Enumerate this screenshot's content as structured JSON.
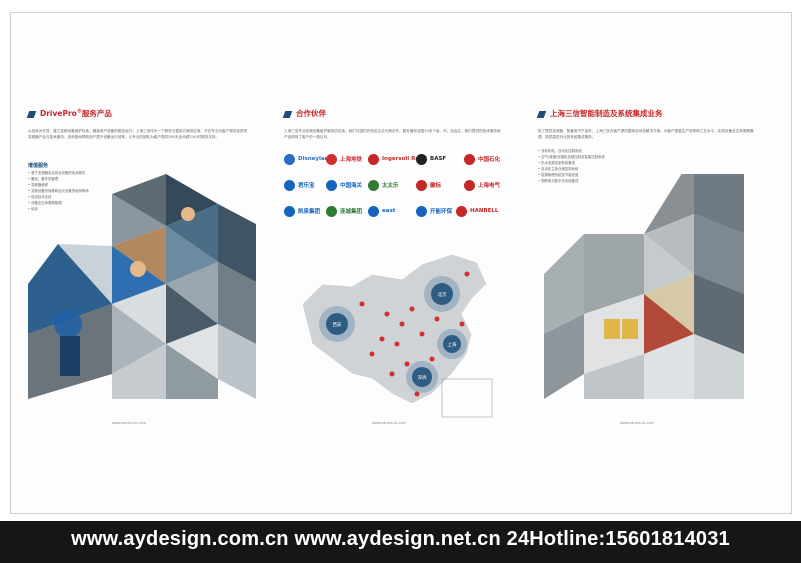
{
  "panel_left": {
    "title": "DrivePro",
    "title_reg": "®",
    "title_suffix": "服务产品",
    "intro": "以技术为先导，建立变频设备维护标准，确保用户设备的稳定运行。上海三信作为一个服务与整体方案供应商，不仅专业为客户提供优质的变频器产品与技术服务，还积极地帮助用户提升设备运行效率，以专业的团队为客户提供365天全天候24小时服务支持。",
    "subhead": "增值服务",
    "services": [
      "基于变频器及自动化设备的技术服务",
      "备品、备件的管理",
      "变频器维修",
      "变频设备的保养和延长设备的使用寿命",
      "培训技术支持",
      "设备全生命周期管理",
      "培训"
    ],
    "footer_url": "www.sanxin-hi.com"
  },
  "panel_middle": {
    "title": "合作伙伴",
    "intro": "上海三信专业变频设备维护服务供应商，我们与国内外知名企业长期合作，服务遍布全国30多个省、市、自治区，我们提供的技术服务和产品得到了客户的一致认可。",
    "partners": [
      {
        "name": "Disneyland",
        "color": "#2a6cc4"
      },
      {
        "name": "上海地铁",
        "color": "#d32f2f"
      },
      {
        "name": "Ingersoll Rand",
        "color": "#c62828"
      },
      {
        "name": "BASF",
        "color": "#222222"
      },
      {
        "name": "中国石化",
        "color": "#c62828"
      },
      {
        "name": "君乐宝",
        "color": "#1565c0"
      },
      {
        "name": "中国海关",
        "color": "#1565c0"
      },
      {
        "name": "太太乐",
        "color": "#2e7d32"
      },
      {
        "name": "徽标",
        "color": "#c62828"
      },
      {
        "name": "上海电气",
        "color": "#c62828"
      },
      {
        "name": "凯泉集团",
        "color": "#1565c0"
      },
      {
        "name": "连城集团",
        "color": "#2e7d32"
      },
      {
        "name": "east",
        "color": "#1565c0"
      },
      {
        "name": "开能环保",
        "color": "#1565c0"
      },
      {
        "name": "HANBELL",
        "color": "#c62828"
      }
    ],
    "map_hubs": [
      "西安",
      "北京",
      "上海",
      "深圳"
    ],
    "footer_url": "www.sanxin-hi.com"
  },
  "panel_right": {
    "title": "上海三信智能制造及系统集成业务",
    "intro": "除了提供变频器、配套电气产品外，上海三信为客户提供整体自动化解决方案，为客户提高生产效率和工艺水平，实现设备全生命周期管理，提供高性价比的系统集成服务。",
    "services": [
      "非标机电、自动化控制系统",
      "空气(减速)压缩机变频控制及智能控制系统",
      "供水变频控制系统集成",
      "自动化立体仓储控制系统",
      "能源管理系统及节能改造",
      "物联网与数字化系统集成"
    ],
    "footer_url": "www.sanxin-hi.com"
  },
  "banner": {
    "text": "www.aydesign.com.cn www.aydesign.net.cn 24Hotline:15601814031"
  },
  "colors": {
    "accent_red": "#c62828",
    "accent_blue": "#1d4f7a",
    "banner_bg": "#161616"
  }
}
